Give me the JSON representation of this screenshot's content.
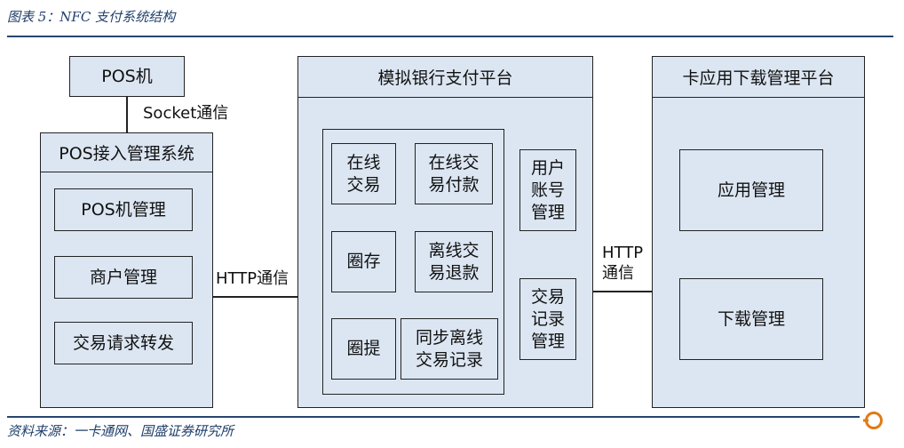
{
  "caption": "图表 5：NFC 支付系统结构",
  "source": "资料来源：一卡通网、国盛证券研究所",
  "brand": {
    "accent": "#e07b16",
    "line": "#27456f",
    "box_fill": "#dce6f2"
  },
  "diagram": {
    "pos_terminal": "POS机",
    "socket_link": "Socket通信",
    "pos_system": {
      "title": "POS接入管理系统",
      "modules": [
        "POS机管理",
        "商户管理",
        "交易请求转发"
      ]
    },
    "http_link_left": "HTTP通信",
    "bank_platform": {
      "title": "模拟银行支付平台",
      "inner_modules": [
        "在线\n交易",
        "在线交\n易付款",
        "圈存",
        "离线交\n易退款",
        "圈提",
        "同步离线\n交易记录"
      ],
      "side_modules": [
        "用户\n账号\n管理",
        "交易\n记录\n管理"
      ]
    },
    "http_link_right": "HTTP\n通信",
    "download_platform": {
      "title": "卡应用下载管理平台",
      "modules": [
        "应用管理",
        "下载管理"
      ]
    }
  }
}
